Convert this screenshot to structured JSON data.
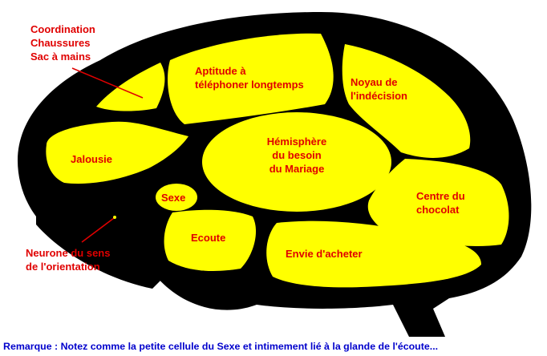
{
  "colors": {
    "brain": "#000000",
    "region_fill": "#ffff00",
    "label_red": "#e00000",
    "note_blue": "#0000cc"
  },
  "labels": {
    "coordination": "Coordination\nChaussures\nSac à mains",
    "aptitude": "Aptitude à\ntéléphoner longtemps",
    "noyau": "Noyau de\nl'indécision",
    "hemisphere": "Hémisphère\ndu besoin\ndu Mariage",
    "jalousie": "Jalousie",
    "sexe": "Sexe",
    "centre": "Centre du\nchocolat",
    "ecoute": "Ecoute",
    "envie": "Envie d'acheter",
    "neurone": "Neurone du sens\nde l'orientation"
  },
  "footer": {
    "remarque": "Remarque : Notez comme la petite cellule du Sexe et intimement lié à la glande de l'écoute..."
  }
}
